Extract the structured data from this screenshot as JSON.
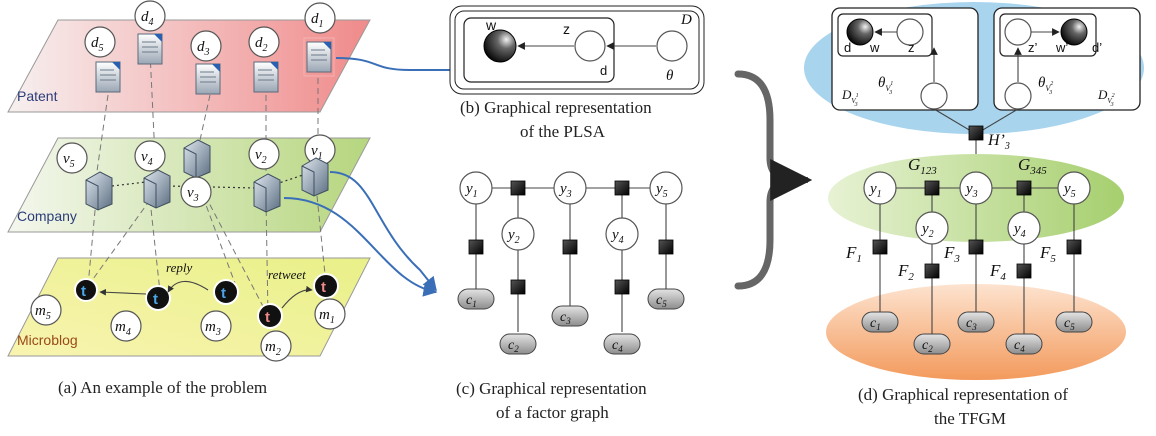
{
  "panel_a": {
    "caption": "(a) An example of the problem",
    "layers": {
      "patent": "Patent",
      "company": "Company",
      "microblog": "Microblog"
    },
    "patents": [
      "d",
      "d",
      "d",
      "d",
      "d"
    ],
    "patent_subs": [
      "5",
      "4",
      "3",
      "2",
      "1"
    ],
    "companies": [
      "v",
      "v",
      "v",
      "v",
      "v"
    ],
    "company_subs": [
      "5",
      "4",
      "3",
      "2",
      "1"
    ],
    "posts": [
      "m",
      "m",
      "m",
      "m",
      "m"
    ],
    "post_subs": [
      "5",
      "4",
      "3",
      "2",
      "1"
    ],
    "reply": "reply",
    "retweet": "retweet",
    "twitter_glyph": "t"
  },
  "panel_b": {
    "caption_line1": "(b) Graphical representation",
    "caption_line2": "of the PLSA",
    "w": "w",
    "z": "z",
    "d": "d",
    "D": "D",
    "theta": "θ"
  },
  "panel_c": {
    "caption_line1": "(c) Graphical representation",
    "caption_line2": "of a factor graph",
    "y": "y",
    "c": "c",
    "subs": [
      "1",
      "2",
      "3",
      "4",
      "5"
    ]
  },
  "panel_d": {
    "caption_line1": "(d) Graphical representation of",
    "caption_line2": "the TFGM",
    "top": {
      "d": "d",
      "w": "w",
      "z": "z",
      "d2": "d’",
      "w2": "w’",
      "z2": "z’",
      "theta": "θ",
      "D": "D",
      "v_sub": "V",
      "v_sup1": "1",
      "v_sup2": "2",
      "v_low": "3"
    },
    "H": "H’",
    "H_sub": "3",
    "G": "G",
    "G_subs": [
      "123",
      "345"
    ],
    "F": "F",
    "F_subs": [
      "1",
      "2",
      "3",
      "4",
      "5"
    ],
    "y": "y",
    "c": "c",
    "subs": [
      "1",
      "2",
      "3",
      "4",
      "5"
    ]
  },
  "colors": {
    "patent_layer": "#f2a3a3",
    "company_layer": "#cfe3a8",
    "microblog_layer": "#f3f0a0",
    "top_ellipse": "#a8d4ee",
    "mid_ellipse": "#bcdc8c",
    "bottom_ellipse": "#f6b07a",
    "arrow_blue": "#3a6fb8",
    "patent_label": "#2c3d7a",
    "company_label": "#2c3d7a",
    "microblog_label": "#9a4a1a"
  }
}
